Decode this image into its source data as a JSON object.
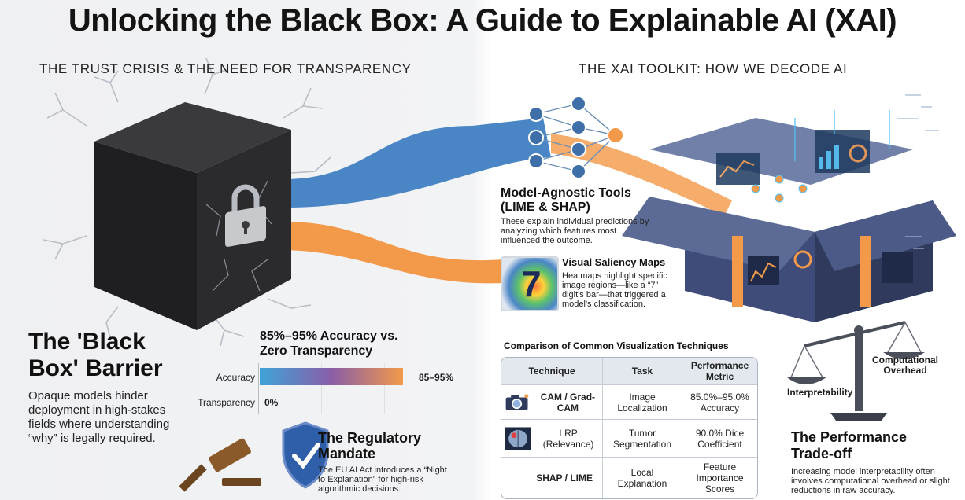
{
  "title": "Unlocking the Black Box: A Guide to Explainable AI (XAI)",
  "left_section_title": "THE TRUST CRISIS & THE NEED FOR TRANSPARENCY",
  "right_section_title": "THE XAI TOOLKIT: HOW WE DECODE AI",
  "black_box": {
    "heading": "The 'Black Box' Barrier",
    "text": "Opaque models hinder deployment in high-stakes fields where understanding “why” is legally required."
  },
  "accuracy_chart": {
    "heading": "85%–95% Accuracy vs. Zero Transparency",
    "bars": [
      {
        "label": "Accuracy",
        "value_text": "85–95%",
        "fraction": 0.95
      },
      {
        "label": "Transparency",
        "value_text": "0%",
        "fraction": 0.0
      }
    ]
  },
  "regulatory": {
    "heading": "The Regulatory Mandate",
    "text": "The EU AI Act introduces a “Night to Explanation” for high-risk algorithmic decisions."
  },
  "model_agnostic": {
    "heading": "Model-Agnostic Tools (LIME & SHAP)",
    "text": "These explain individual predictions by analyzing which features most influenced the outcome."
  },
  "saliency": {
    "heading": "Visual Saliency Maps",
    "text": "Heatmaps highlight specific image regions—like a “7” digit's bar—that triggered a model's classification.",
    "digit": "7"
  },
  "comparison": {
    "title": "Comparison of Common Visualization Techniques",
    "headers": [
      "Technique",
      "Task",
      "Performance Metric"
    ],
    "rows": [
      {
        "technique": "CAM / Grad-CAM",
        "task": "Image Localization",
        "metric": "85.0%–95.0% Accuracy",
        "icon": "camera-icon"
      },
      {
        "technique": "LRP (Relevance)",
        "task": "Tumor Segmentation",
        "metric": "90.0% Dice Coefficient",
        "icon": "brain-scan-icon"
      },
      {
        "technique": "SHAP / LIME",
        "task": "Local Explanation",
        "metric": "Feature Importance Scores",
        "icon": ""
      }
    ]
  },
  "tradeoff": {
    "left_pan": "Interpretability",
    "right_pan": "Computational Overhead",
    "heading": "The Performance Trade-off",
    "text": "Increasing model interpretability often involves computational overhead or slight reductions in raw accuracy."
  },
  "colors": {
    "blue_stream": "#4a86c5",
    "orange_stream": "#f2994a",
    "box_dark": "#2f3a5c",
    "accent_gold": "#f0a040"
  }
}
